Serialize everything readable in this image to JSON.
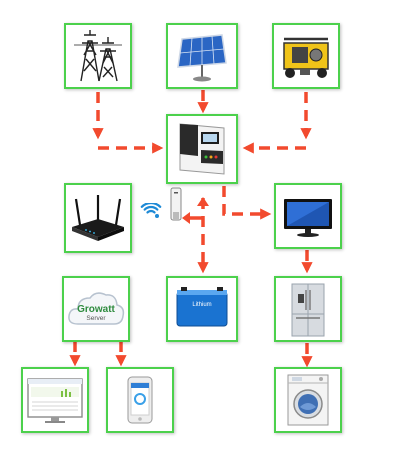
{
  "cloud": {
    "brand": "Growatt",
    "sub": "Server"
  },
  "battery": {
    "label": "Lithium"
  },
  "colors": {
    "border": "#4cd14c",
    "arrow": "#f24a2e",
    "wifi": "#1e8ad6",
    "growatt_g": "#f0a71a",
    "growatt_text": "#2e8b3e"
  },
  "icons": [
    "transmission-tower-icon",
    "solar-panel-icon",
    "generator-icon",
    "inverter-icon",
    "router-icon",
    "wifi-icon",
    "wifi-dongle-icon",
    "tv-icon",
    "battery-icon",
    "cloud-server-icon",
    "refrigerator-icon",
    "monitor-icon",
    "smartphone-icon",
    "washing-machine-icon"
  ]
}
